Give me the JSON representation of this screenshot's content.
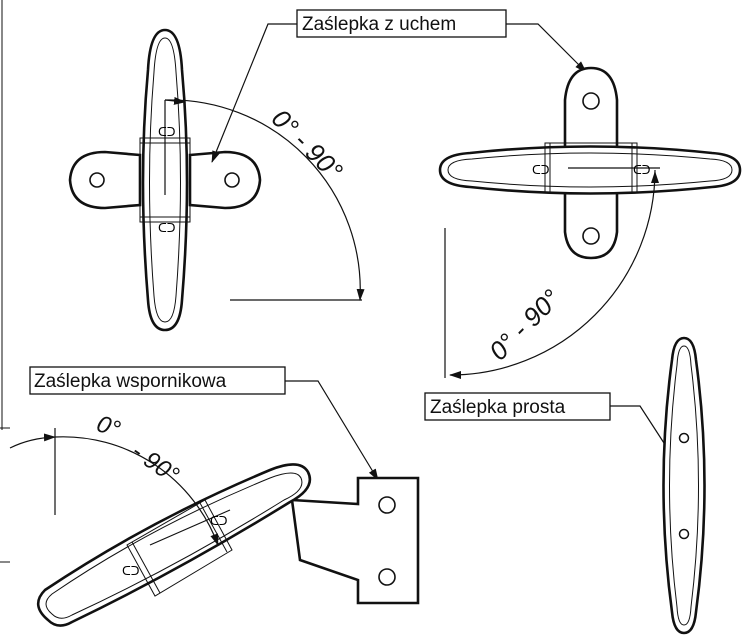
{
  "labels": {
    "with_ear": "Zaślepka z uchem",
    "bracket": "Zaślepka wspornikowa",
    "straight": "Zaślepka prosta"
  },
  "angles": {
    "top_left": "0° - 90°",
    "top_right": "0° - 90°",
    "bottom_left_a": "0°",
    "bottom_left_b": "- 90°"
  },
  "colors": {
    "line": "#111111",
    "background": "#ffffff"
  }
}
